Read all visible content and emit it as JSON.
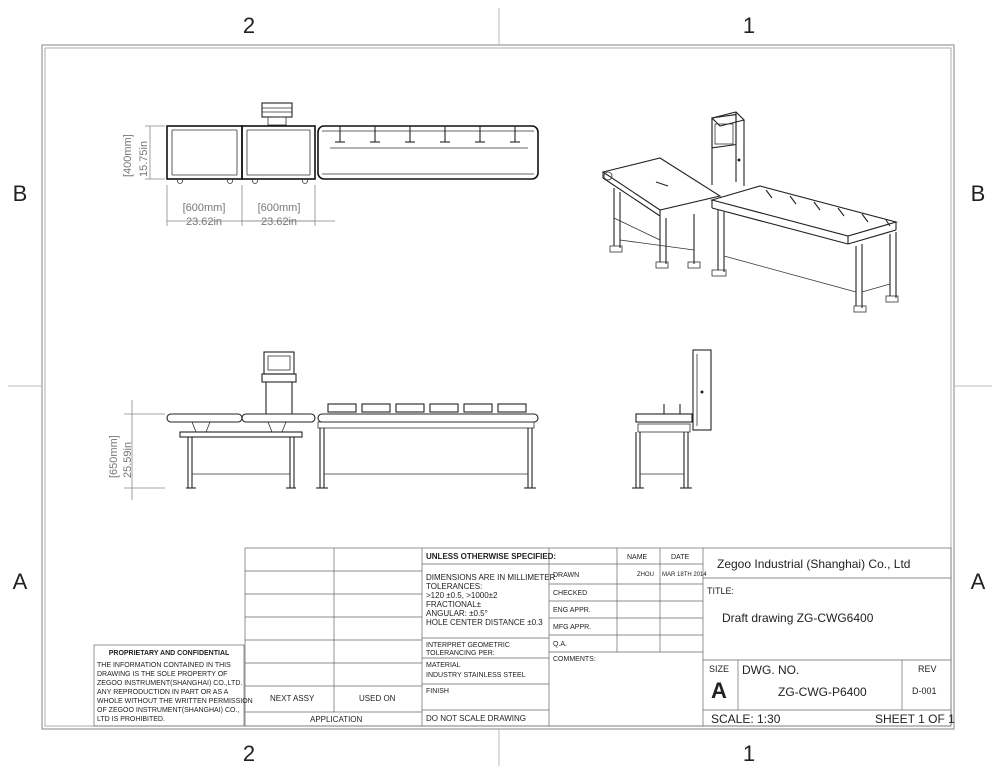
{
  "zones": {
    "top": [
      "2",
      "1"
    ],
    "bottom": [
      "2",
      "1"
    ],
    "left": [
      "B",
      "A"
    ],
    "right": [
      "B",
      "A"
    ]
  },
  "dimensions": {
    "height_mm": "[400mm]",
    "height_in": "15.75in",
    "width1_mm": "[600mm]",
    "width1_in": "23.62in",
    "width2_mm": "[600mm]",
    "width2_in": "23.62in",
    "front_height_mm": "[650mm]",
    "front_height_in": "25.59in"
  },
  "proprietary": {
    "heading": "PROPRIETARY AND CONFIDENTIAL",
    "lines": [
      "THE INFORMATION CONTAINED IN THIS",
      "DRAWING IS THE SOLE PROPERTY OF",
      "ZEGOO INSTRUMENT(SHANGHAI) CO.,LTD.",
      "ANY REPRODUCTION IN PART OR AS A",
      "WHOLE  WITHOUT THE WRITTEN PERMISSION",
      "OF ZEGOO INSTRUMENT(SHANGHAI) CO.,",
      "LTD IS PROHIBITED."
    ]
  },
  "title_block": {
    "next_assy": "NEXT ASSY",
    "used_on": "USED ON",
    "application": "APPLICATION",
    "unless": "UNLESS OTHERWISE SPECIFIED:",
    "tolerance_lines": [
      "DIMENSIONS ARE IN MILLIMETER",
      "TOLERANCES:",
      " >120 ±0.5, >1000±2",
      "FRACTIONAL±",
      "ANGULAR: ±0.5°",
      "HOLE CENTER DISTANCE ±0.3"
    ],
    "interpret": [
      "INTERPRET GEOMETRIC",
      "TOLERANCING PER:"
    ],
    "material_label": "MATERIAL",
    "material_value": "INDUSTRY STAINLESS STEEL",
    "finish": "FINISH",
    "do_not_scale": "DO NOT SCALE DRAWING",
    "name_header": "NAME",
    "date_header": "DATE",
    "drawn": "DRAWN",
    "drawn_name": "ZHOU",
    "drawn_date": "MAR 18TH 2014",
    "checked": "CHECKED",
    "eng_appr": "ENG APPR.",
    "mfg_appr": "MFG APPR.",
    "qa": "Q.A.",
    "comments": "COMMENTS:",
    "company": "Zegoo Industrial (Shanghai) Co., Ltd",
    "title_label": "TITLE:",
    "title_value": "Draft drawing ZG-CWG6400",
    "size_label": "SIZE",
    "size_value": "A",
    "dwg_label": "DWG.  NO.",
    "dwg_value": "ZG-CWG-P6400",
    "rev_label": "REV",
    "rev_value": "D-001",
    "scale": "SCALE: 1:30",
    "sheet": "SHEET 1 OF 1"
  }
}
